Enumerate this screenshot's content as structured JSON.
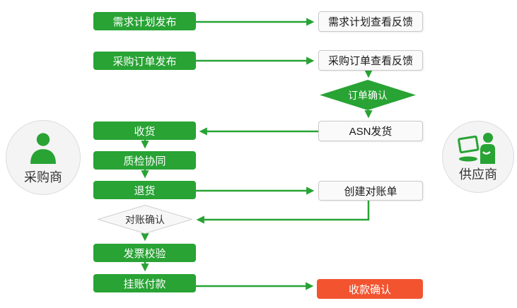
{
  "colors": {
    "green": "#28a334",
    "red": "#f25430",
    "white_box_bg": "#fafafa",
    "white_box_border": "#c9c9c9",
    "actor_circle_bg": "#f4f4f4"
  },
  "actors": {
    "buyer": {
      "label": "采购商",
      "icon": "person-icon"
    },
    "supplier": {
      "label": "供应商",
      "icon": "person-at-laptop-icon"
    }
  },
  "nodes": {
    "demand_plan_publish": "需求计划发布",
    "demand_plan_feedback": "需求计划查看反馈",
    "po_publish": "采购订单发布",
    "po_feedback": "采购订单查看反馈",
    "order_confirm": "订单确认",
    "asn_ship": "ASN发货",
    "receive": "收货",
    "quality_collab": "质检协同",
    "return_goods": "退货",
    "create_statement": "创建对账单",
    "statement_confirm": "对账确认",
    "invoice_check": "发票校验",
    "book_payment": "挂账付款",
    "receipt_confirm": "收款确认"
  }
}
